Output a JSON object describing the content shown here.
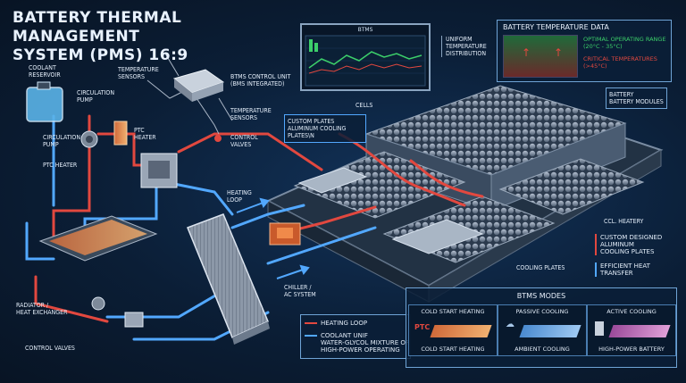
{
  "title_line1": "BATTERY THERMAL MANAGEMENT",
  "title_line2": "SYSTEM (PMS) 16:9",
  "labels": {
    "coolant_reservoir": "COOLANT\nRESERVOIR",
    "circulation_pump_top": "CIRCULATION\nPUMP",
    "circulation_pump_left": "CIRCULATION\nPUMP",
    "ptc_heater_left": "PTC HEATER",
    "temp_sensors_top": "TEMPERATURE\nSENSORS",
    "ptc_heater_mid": "PTC\nHEATER",
    "bms_unit": "BTMS CONTROL UNIT\n(BMS INTEGRATED)",
    "temp_sensors_right": "TEMPERATURE\nSENSORS",
    "control_valves_mid": "CONTROL\nVALVES",
    "heating_loop": "HEATING\nLOOP",
    "radiator": "RADIATOR /\nHEAT EXCHANGER",
    "control_valves_bottom": "CONTROL VALVES",
    "chiller": "CHILLER /\nAC SYSTEM",
    "custom_plates": "CUSTOM PLATES\nALUMINUM COOLING\nPLATES\\N",
    "cells": "CELLS",
    "battery_modules": "BATTERY\nBATTERY MODULES",
    "cell_heatery": "CCL. HEATERY",
    "custom_designed": "CUSTOM DESIGNED\nALUMINUM\nCOOLING PLATES",
    "efficient_heat": "EFFICIENT HEAT\nTRANSFER",
    "cooling_plates": "COOLING PLATES",
    "uniform_temp": "UNIFORM\nTEMPERATURE\nDISTRIBUTION"
  },
  "monitor": {
    "title": "BTMS"
  },
  "temp_panel": {
    "title": "BATTERY TEMPERATURE DATA",
    "optimal": "OPTIMAL OPERATING RANGE\n(20°C - 35°C)",
    "critical": "CRITICAL TEMPERATURES\n(>45°C)"
  },
  "legend": {
    "heating": "HEATING LOOP",
    "coolant": "COOLANT UNIF\nWATER-GLYCOL MIXTURE OR\nHIGH-POWER OPERATING"
  },
  "modes": {
    "title": "BTMS MODES",
    "items": [
      {
        "header": "COLD START HEATING",
        "footer": "COLD START HEATING",
        "tag": "PTC"
      },
      {
        "header": "PASSIVE COOLING",
        "footer": "AMBIENT COOLING",
        "tag": ""
      },
      {
        "header": "ACTIVE COOLING",
        "footer": "HIGH-POWER BATTERY",
        "tag": ""
      }
    ]
  },
  "colors": {
    "hot": "#e2483f",
    "cold": "#52a8ff",
    "accent": "#6fa4d6",
    "green": "#3ccf6a"
  }
}
